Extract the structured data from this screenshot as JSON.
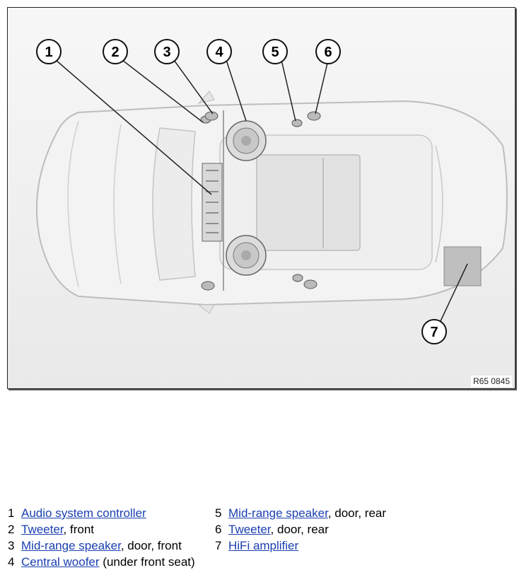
{
  "diagram": {
    "ref_code": "R65 0845",
    "callouts": [
      "1",
      "2",
      "3",
      "4",
      "5",
      "6",
      "7"
    ]
  },
  "legend": [
    {
      "num": "1",
      "link": "Audio system controller",
      "rest": ""
    },
    {
      "num": "2",
      "link": "Tweeter",
      "rest": ", front"
    },
    {
      "num": "3",
      "link": "Mid-range speaker",
      "rest": ", door, front"
    },
    {
      "num": "4",
      "link": "Central woofer",
      "rest": " (under front seat)"
    },
    {
      "num": "5",
      "link": "Mid-range speaker",
      "rest": ", door, rear"
    },
    {
      "num": "6",
      "link": "Tweeter",
      "rest": ", door, rear"
    },
    {
      "num": "7",
      "link": "HiFi amplifier",
      "rest": ""
    }
  ],
  "colors": {
    "link": "#1a3fb0",
    "frame": "#222222"
  }
}
